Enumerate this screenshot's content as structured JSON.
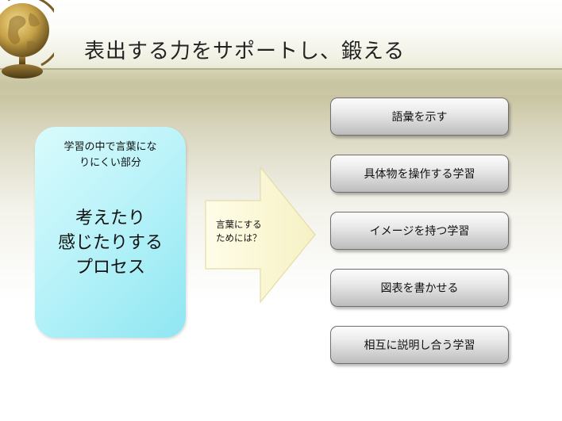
{
  "title": "表出する力をサポートし、鍛える",
  "left_box": {
    "subtitle_lines": [
      "学習の中で言葉にな",
      "りにくい部分"
    ],
    "main_lines": [
      "考えたり",
      "感じたりする",
      "プロセス"
    ]
  },
  "arrow": {
    "text_lines": [
      "言葉にする",
      "ためには？"
    ]
  },
  "buttons": [
    "語彙を示す",
    "具体物を操作する学習",
    "イメージを持つ学習",
    "図表を書かせる",
    "相互に説明し合う学習"
  ],
  "colors": {
    "box_fill": "#b3f1f8",
    "arrow_fill": "#fbf8d6",
    "band": "#c7c39f"
  },
  "icons": [
    "globe-icon"
  ]
}
